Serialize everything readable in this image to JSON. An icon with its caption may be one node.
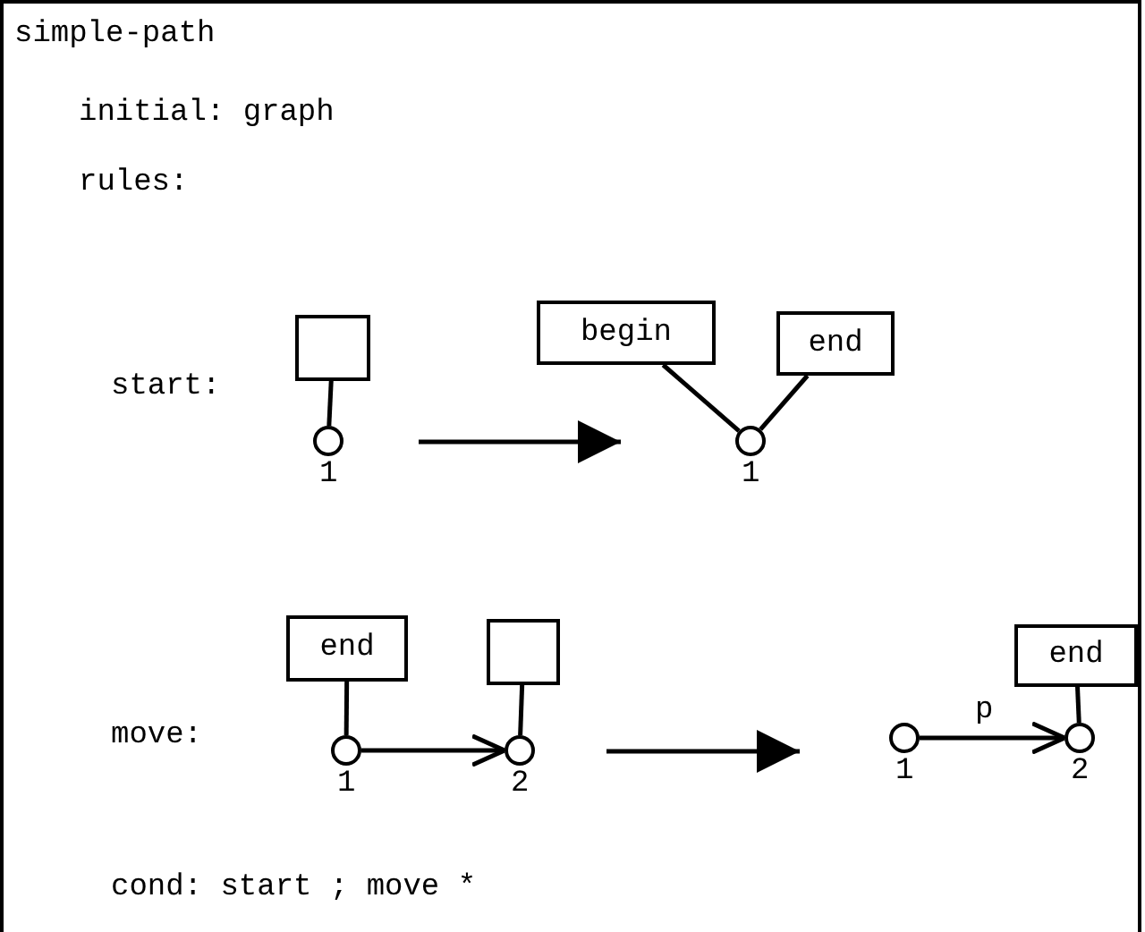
{
  "diagram": {
    "nodes": [
      {
        "text": [
          "simple-path"
        ]
      },
      {
        "text": [],
        "shape": "box",
        "in": 0
      },
      {
        "text": [],
        "shape": "circle",
        "in": 0,
        "beside": [
          "1"
        ]
      },
      {
        "text": [
          "begin"
        ],
        "in": 0
      },
      {
        "text": [
          "end"
        ],
        "in": 0
      },
      {
        "text": [],
        "shape": "circle",
        "in": 0,
        "beside": [
          "1"
        ]
      },
      {
        "text": [
          "end"
        ],
        "in": 0
      },
      {
        "text": [],
        "shape": "box",
        "in": 0
      },
      {
        "text": [],
        "shape": "circle",
        "in": 0,
        "beside": [
          "1"
        ]
      },
      {
        "text": [],
        "shape": "circle",
        "in": 0,
        "beside": [
          "2"
        ]
      },
      {
        "text": [],
        "shape": "circle",
        "in": 0,
        "beside": [
          "1"
        ]
      },
      {
        "text": [],
        "shape": "circle",
        "in": 0,
        "beside": [
          "2"
        ]
      },
      {
        "text": [
          "end"
        ],
        "in": 0
      }
    ],
    "edges": [
      {
        "from": 1,
        "to": 2,
        "arrow": "none"
      },
      {
        "from": 3,
        "to": 5,
        "arrow": "none"
      },
      {
        "from": 4,
        "to": 5,
        "arrow": "none"
      },
      {
        "from": 6,
        "to": 8,
        "arrow": "none"
      },
      {
        "from": 7,
        "to": 9,
        "arrow": "none"
      },
      {
        "from": 8,
        "to": 9,
        "arrow": "to"
      },
      {
        "from": 10,
        "to": 11,
        "arrow": "to",
        "label": "p"
      },
      {
        "from": 12,
        "to": 11,
        "arrow": "none"
      }
    ],
    "labels": [
      "initial: graph",
      "rules:",
      "start:",
      "move:",
      "cond: start ; move *"
    ]
  }
}
